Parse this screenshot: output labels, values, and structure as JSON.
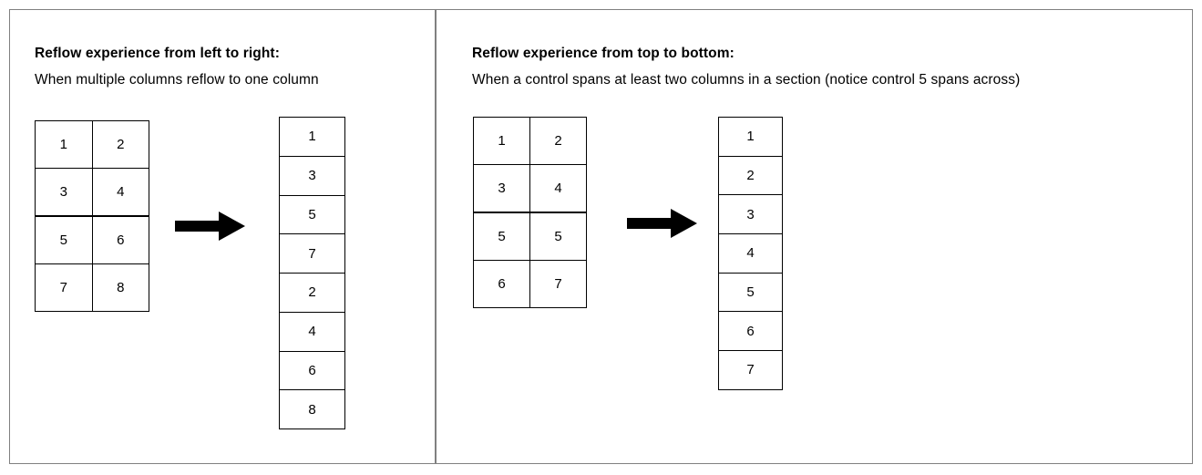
{
  "theme": {
    "frame_border_color": "#808080",
    "divider_color": "#808080",
    "table_border_color": "#000000",
    "section_break_color": "#000000",
    "arrow_color": "#000000",
    "background": "#ffffff",
    "text_color": "#000000"
  },
  "panels": [
    {
      "id": "left",
      "heading": "Reflow experience from left to right:",
      "subheading": "When multiple columns reflow to one column",
      "arrow_icon": "arrow-right-icon",
      "source_grid": {
        "columns": 2,
        "rows": [
          {
            "cells": [
              "1",
              "2"
            ],
            "section_break": false
          },
          {
            "cells": [
              "3",
              "4"
            ],
            "section_break": false
          },
          {
            "cells": [
              "5",
              "6"
            ],
            "section_break": true
          },
          {
            "cells": [
              "7",
              "8"
            ],
            "section_break": false
          }
        ]
      },
      "result_column": {
        "cells": [
          "1",
          "3",
          "5",
          "7",
          "2",
          "4",
          "6",
          "8"
        ]
      }
    },
    {
      "id": "right",
      "heading": "Reflow experience from top to bottom:",
      "subheading": "When a control spans at least two columns in a section (notice control 5 spans across)",
      "arrow_icon": "arrow-right-icon",
      "source_grid": {
        "columns": 2,
        "rows": [
          {
            "cells": [
              "1",
              "2"
            ],
            "section_break": false
          },
          {
            "cells": [
              "3",
              "4"
            ],
            "section_break": false
          },
          {
            "cells": [
              "5",
              "5"
            ],
            "section_break": true
          },
          {
            "cells": [
              "6",
              "7"
            ],
            "section_break": false
          }
        ]
      },
      "result_column": {
        "cells": [
          "1",
          "2",
          "3",
          "4",
          "5",
          "6",
          "7"
        ]
      }
    }
  ]
}
